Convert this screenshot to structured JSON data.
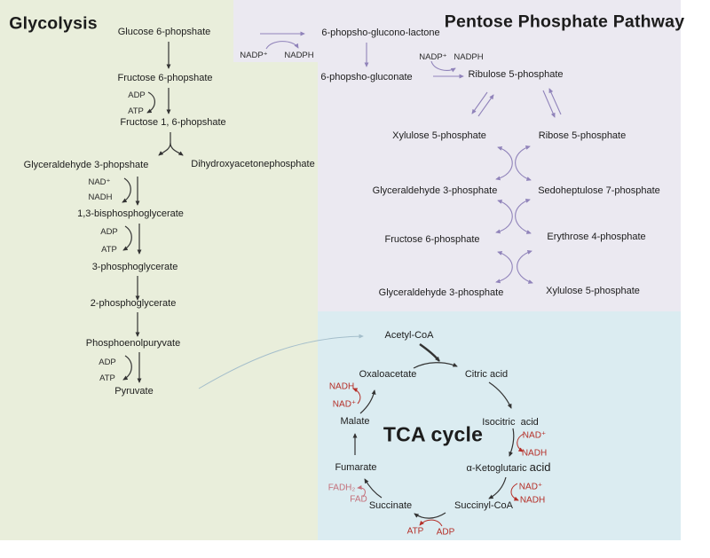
{
  "colors": {
    "glycolysis_bg": "#e9eedb",
    "ppp_bg": "#ebe9f1",
    "tca_bg": "#dbecf1",
    "arrow_dark": "#333333",
    "arrow_purple": "#9083ba",
    "cofactor_red": "#b52e27",
    "cofactor_pink": "#c4707b",
    "link_blue": "#a4becb"
  },
  "glycolysis": {
    "title": "Glycolysis",
    "nodes": {
      "glucose6p": "Glucose 6-phopshate",
      "fructose6p": "Fructose 6-phopshate",
      "fructose16p": "Fructose 1, 6-phopshate",
      "g3p": "Glyceraldehyde 3-phopshate",
      "dhap": "Dihydroxyacetonephosphate",
      "bpg": "1,3-bisphosphoglycerate",
      "pg3": "3-phosphoglycerate",
      "pg2": "2-phosphoglycerate",
      "pep": "Phosphoenolpuryvate",
      "pyruvate": "Pyruvate"
    },
    "cofactors": {
      "adp1": "ADP",
      "atp1": "ATP",
      "nad": "NAD⁺",
      "nadh": "NADH",
      "adp2": "ADP",
      "atp2": "ATP",
      "adp3": "ADP",
      "atp3": "ATP"
    }
  },
  "ppp": {
    "title": "Pentose Phosphate Pathway",
    "nodes": {
      "lactone": "6-phopsho-glucono-lactone",
      "gluconate": "6-phopsho-gluconate",
      "ribulose5p": "Ribulose 5-phosphate",
      "xylulose5p_a": "Xylulose 5-phosphate",
      "ribose5p": "Ribose 5-phosphate",
      "g3p_a": "Glyceraldehyde 3-phosphate",
      "sedoheptulose7p": "Sedoheptulose 7-phosphate",
      "fructose6p": "Fructose 6-phosphate",
      "erythrose4p": "Erythrose 4-phosphate",
      "g3p_b": "Glyceraldehyde 3-phosphate",
      "xylulose5p_b": "Xylulose 5-phosphate"
    },
    "cofactors": {
      "nadp1": "NADP⁺",
      "nadph1": "NADPH",
      "nadp2": "NADP⁺",
      "nadph2": "NADPH"
    }
  },
  "tca": {
    "title": "TCA cycle",
    "nodes": {
      "acetylcoa": "Acetyl-CoA",
      "oxaloacetate": "Oxaloacetate",
      "citric": "Citric acid",
      "isocitric": "Isocitric  acid",
      "akg_base": "α-Ketoglutaric ",
      "akg_acid": "acid",
      "succinylcoa": "Succinyl-CoA",
      "succinate": "Succinate",
      "fumarate": "Fumarate",
      "malate": "Malate"
    },
    "cofactors": {
      "nadh1": "NADH",
      "nad1": "NAD⁺",
      "nad2": "NAD⁺",
      "nadh2": "NADH",
      "nad3": "NAD⁺",
      "nadh3": "NADH",
      "atp": "ATP",
      "adp": "ADP",
      "fadh2": "FADH₂",
      "fad": "FAD"
    }
  }
}
